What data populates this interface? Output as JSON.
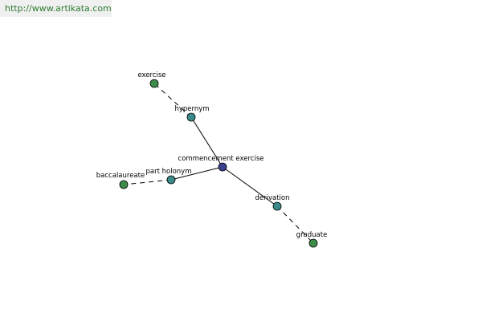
{
  "header": {
    "url": "http://www.artikata.com"
  },
  "graph": {
    "colors": {
      "center_node": "#3a3f8f",
      "relation_node": "#3a8a8a",
      "word_node": "#3d8c4a",
      "node_stroke": "#000000",
      "edge": "#000000"
    },
    "nodes": [
      {
        "id": "center",
        "label": "commencement exercise",
        "kind": "center"
      },
      {
        "id": "hypernym",
        "label": "hypernym",
        "kind": "relation"
      },
      {
        "id": "exercise",
        "label": "exercise",
        "kind": "word"
      },
      {
        "id": "part_holonym",
        "label": "part holonym",
        "kind": "relation"
      },
      {
        "id": "baccalaureate",
        "label": "baccalaureate",
        "kind": "word"
      },
      {
        "id": "derivation",
        "label": "derivation",
        "kind": "relation"
      },
      {
        "id": "graduate",
        "label": "graduate",
        "kind": "word"
      }
    ],
    "edges": [
      {
        "from": "center",
        "to": "hypernym",
        "style": "solid"
      },
      {
        "from": "hypernym",
        "to": "exercise",
        "style": "dashed"
      },
      {
        "from": "center",
        "to": "part_holonym",
        "style": "solid"
      },
      {
        "from": "part_holonym",
        "to": "baccalaureate",
        "style": "dashed"
      },
      {
        "from": "center",
        "to": "derivation",
        "style": "solid"
      },
      {
        "from": "derivation",
        "to": "graduate",
        "style": "dashed"
      }
    ]
  }
}
